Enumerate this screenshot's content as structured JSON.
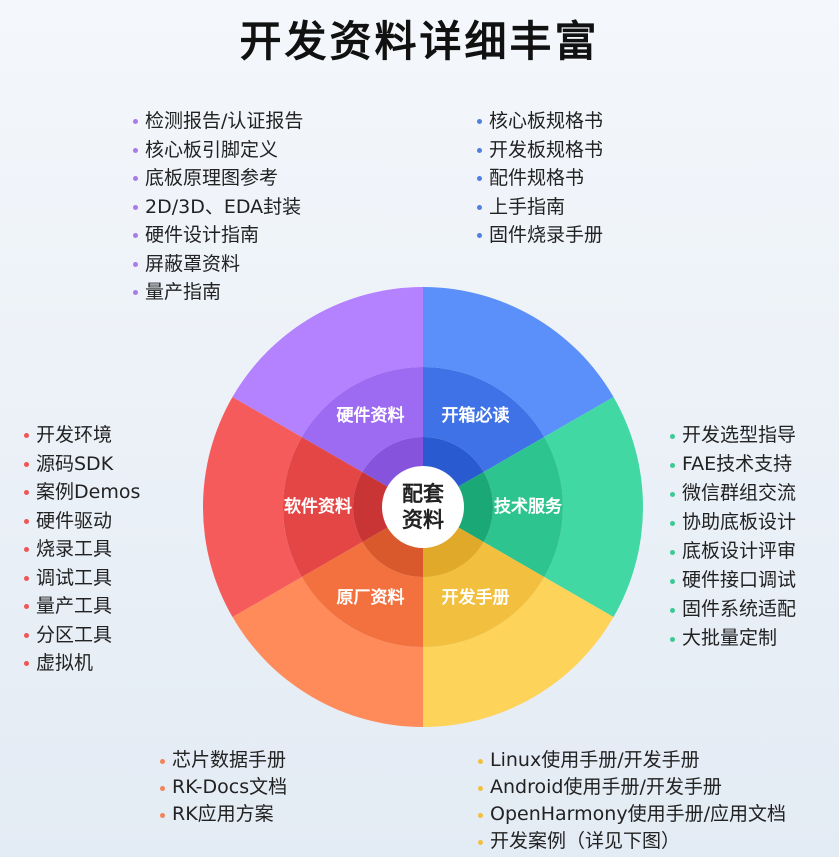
{
  "title": "开发资料详细丰富",
  "center_label": [
    "配套",
    "资料"
  ],
  "segments": [
    {
      "label": "开箱必读",
      "color": "#5b8ff9",
      "inner": "#3f72e6",
      "core": "#2a5ad0"
    },
    {
      "label": "技术服务",
      "color": "#42d8a4",
      "inner": "#2ec48f",
      "core": "#1aa876"
    },
    {
      "label": "开发手册",
      "color": "#fdd35a",
      "inner": "#f2bf3e",
      "core": "#e0a92a"
    },
    {
      "label": "原厂资料",
      "color": "#ff8a5a",
      "inner": "#f2713f",
      "core": "#d9592c"
    },
    {
      "label": "软件资料",
      "color": "#f55b5b",
      "inner": "#e44646",
      "core": "#c93434"
    },
    {
      "label": "硬件资料",
      "color": "#b481ff",
      "inner": "#9d6af2",
      "core": "#8654dc"
    }
  ],
  "lists": {
    "top_left": {
      "dot": "#a77ce8",
      "items": [
        "检测报告/认证报告",
        "核心板引脚定义",
        "底板原理图参考",
        "2D/3D、EDA封装",
        "硬件设计指南",
        "屏蔽罩资料",
        "量产指南"
      ]
    },
    "top_right": {
      "dot": "#4f7fe0",
      "items": [
        "核心板规格书",
        "开发板规格书",
        "配件规格书",
        "上手指南",
        "固件烧录手册"
      ]
    },
    "left": {
      "dot": "#ee5555",
      "items": [
        "开发环境",
        "源码SDK",
        "案例Demos",
        "硬件驱动",
        "烧录工具",
        "调试工具",
        "量产工具",
        "分区工具",
        "虚拟机"
      ]
    },
    "right": {
      "dot": "#3dc994",
      "items": [
        "开发选型指导",
        "FAE技术支持",
        "微信群组交流",
        "协助底板设计",
        "底板设计评审",
        "硬件接口调试",
        "固件系统适配",
        "大批量定制"
      ]
    },
    "bottom_left": {
      "dot": "#f0845a",
      "items": [
        "芯片数据手册",
        "RK-Docs文档",
        "RK应用方案"
      ]
    },
    "bottom_right": {
      "dot": "#f0c040",
      "items": [
        "Linux使用手册/开发手册",
        "Android使用手册/开发手册",
        "OpenHarmony使用手册/应用文档",
        "开发案例（详见下图）"
      ]
    }
  }
}
